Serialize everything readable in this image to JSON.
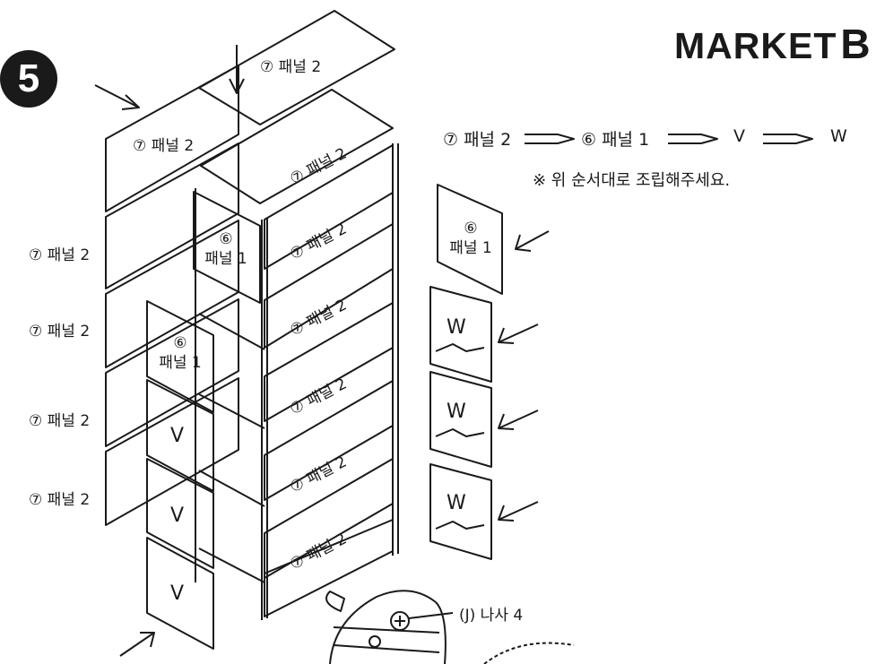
{
  "brand": {
    "name": "MARKET",
    "mark": "B"
  },
  "step": {
    "number": "5"
  },
  "sequence": {
    "item1": "⑦ 패널 2",
    "item2": "⑥ 패널 1",
    "item3": "V",
    "item4": "W"
  },
  "note": "※ 위 순서대로 조립해주세요.",
  "labels": {
    "panel2": "⑦ 패널 2",
    "panel1_num": "⑥",
    "panel1_name": "패널 1",
    "v": "V",
    "w": "W",
    "screw": "(J) 나사 4"
  },
  "colors": {
    "ink": "#1a1a1a",
    "paper": "#ffffff"
  }
}
